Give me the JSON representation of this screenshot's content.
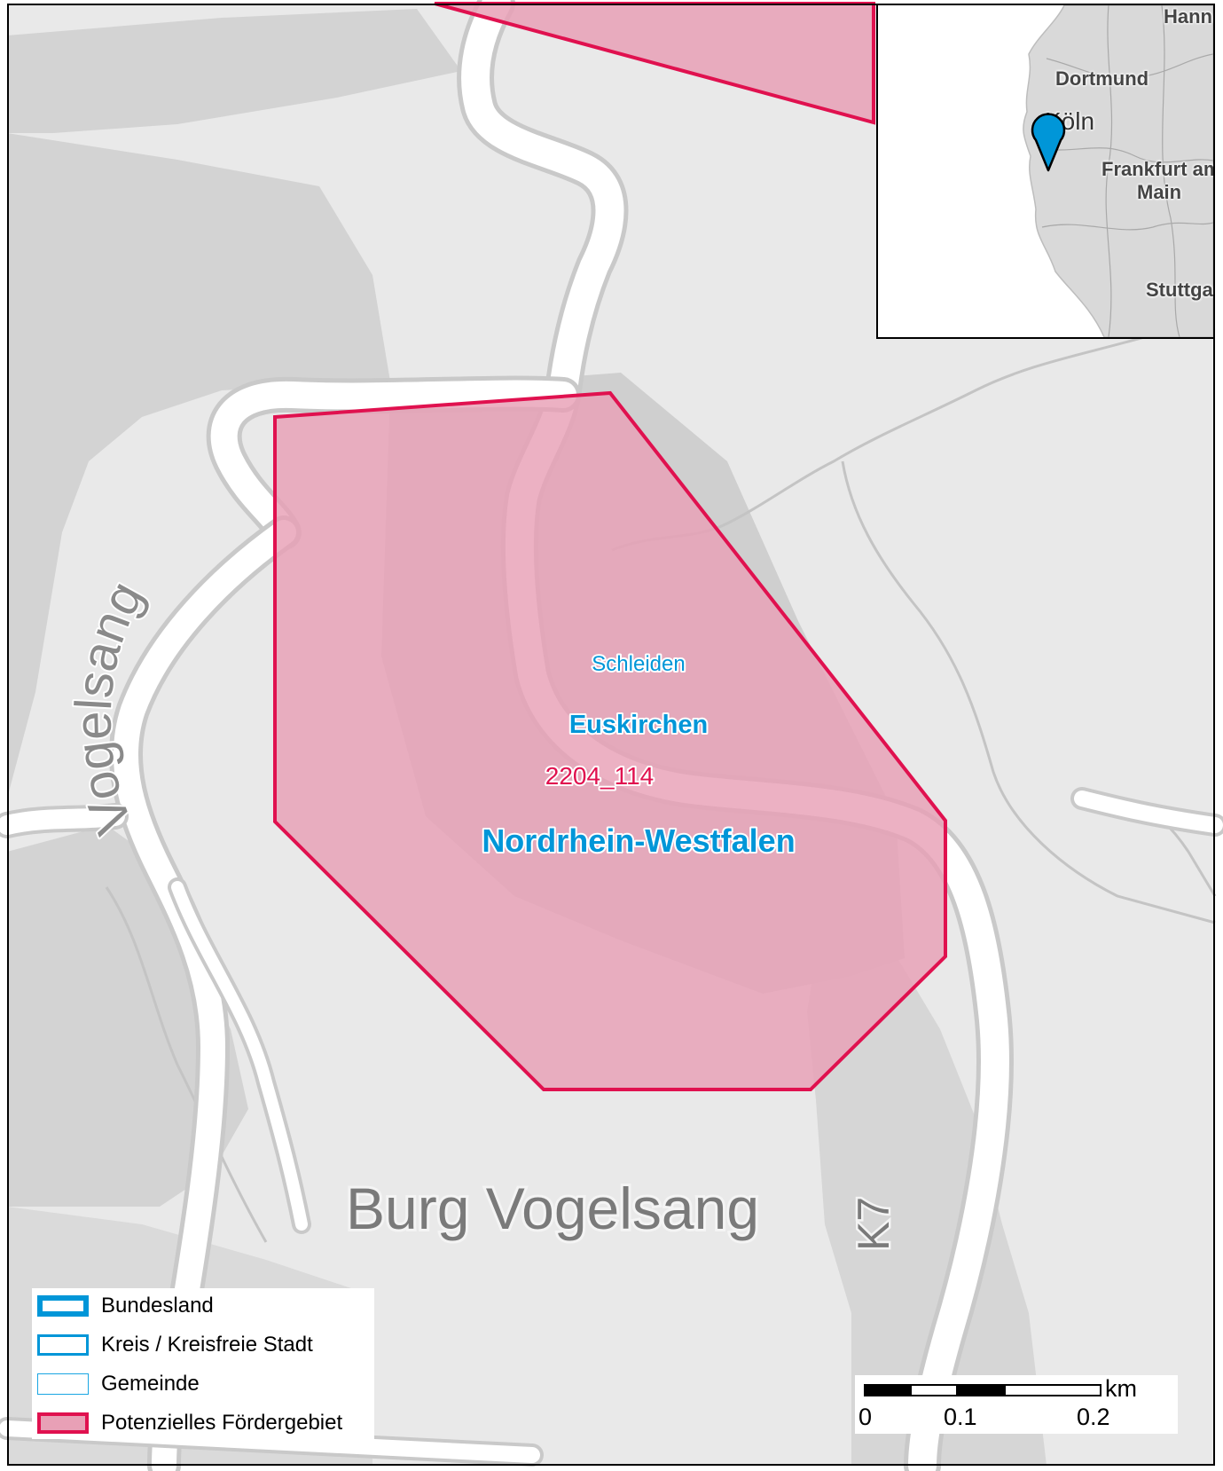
{
  "map": {
    "polygon_id": "2204_114",
    "bundesland": "Nordrhein-Westfalen",
    "kreis": "Euskirchen",
    "gemeinde": "Schleiden",
    "basemap_labels": {
      "place": "Burg Vogelsang",
      "road_curved": "Vogelsang",
      "road_number": "K7"
    }
  },
  "inset": {
    "labels": [
      "Hann",
      "Dortmund",
      "Köln",
      "Frankfurt am",
      "Main",
      "Stuttga"
    ],
    "marker": "location-pin-icon"
  },
  "legend": {
    "items": [
      {
        "label": "Bundesland",
        "style": "bundesland"
      },
      {
        "label": "Kreis / Kreisfreie Stadt",
        "style": "kreis"
      },
      {
        "label": "Gemeinde",
        "style": "gemeinde"
      },
      {
        "label": "Potenzielles Fördergebiet",
        "style": "foerdergebiet"
      }
    ]
  },
  "scalebar": {
    "unit": "km",
    "ticks": [
      "0",
      "0.1",
      "0.2"
    ]
  },
  "colors": {
    "foerdergebiet_fill": "#e8a0b6",
    "foerdergebiet_border": "#e0114f",
    "admin_label": "#0096d8",
    "road": "#ffffff",
    "terrain_light": "#e9e9e9",
    "terrain_dark": "#d2d2d2"
  }
}
